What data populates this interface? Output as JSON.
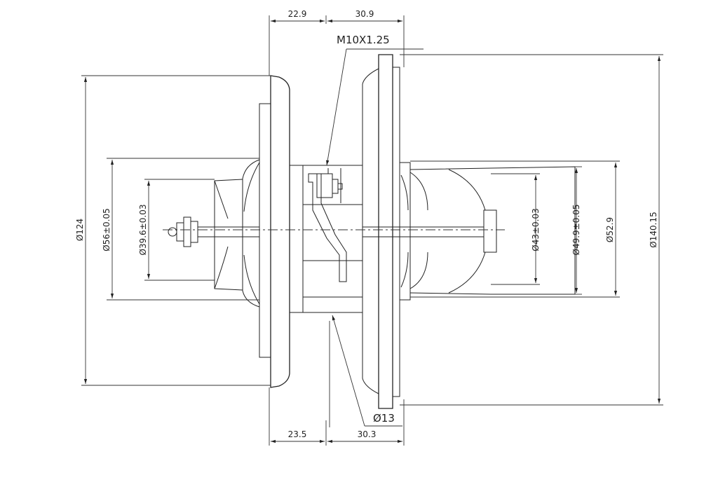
{
  "dimensions": {
    "top_left_width": "22.9",
    "top_right_width": "30.9",
    "thread_callout": "M10X1.25",
    "bottom_left_width": "23.5",
    "bottom_right_width": "30.3",
    "shaft_diameter": "Ø13",
    "compressor_outer_diameter": "Ø124",
    "compressor_inducer_diameter": "Ø56±0.05",
    "compressor_nut_diameter": "Ø39.6±0.03",
    "turbine_nose_diameter": "Ø43±0.03",
    "turbine_exducer_diameter": "Ø49.9±0.05",
    "turbine_tip_diameter": "Ø52.9",
    "turbine_backplate_diameter": "Ø140.15"
  },
  "colors": {
    "line": "#222222",
    "background": "#ffffff"
  }
}
